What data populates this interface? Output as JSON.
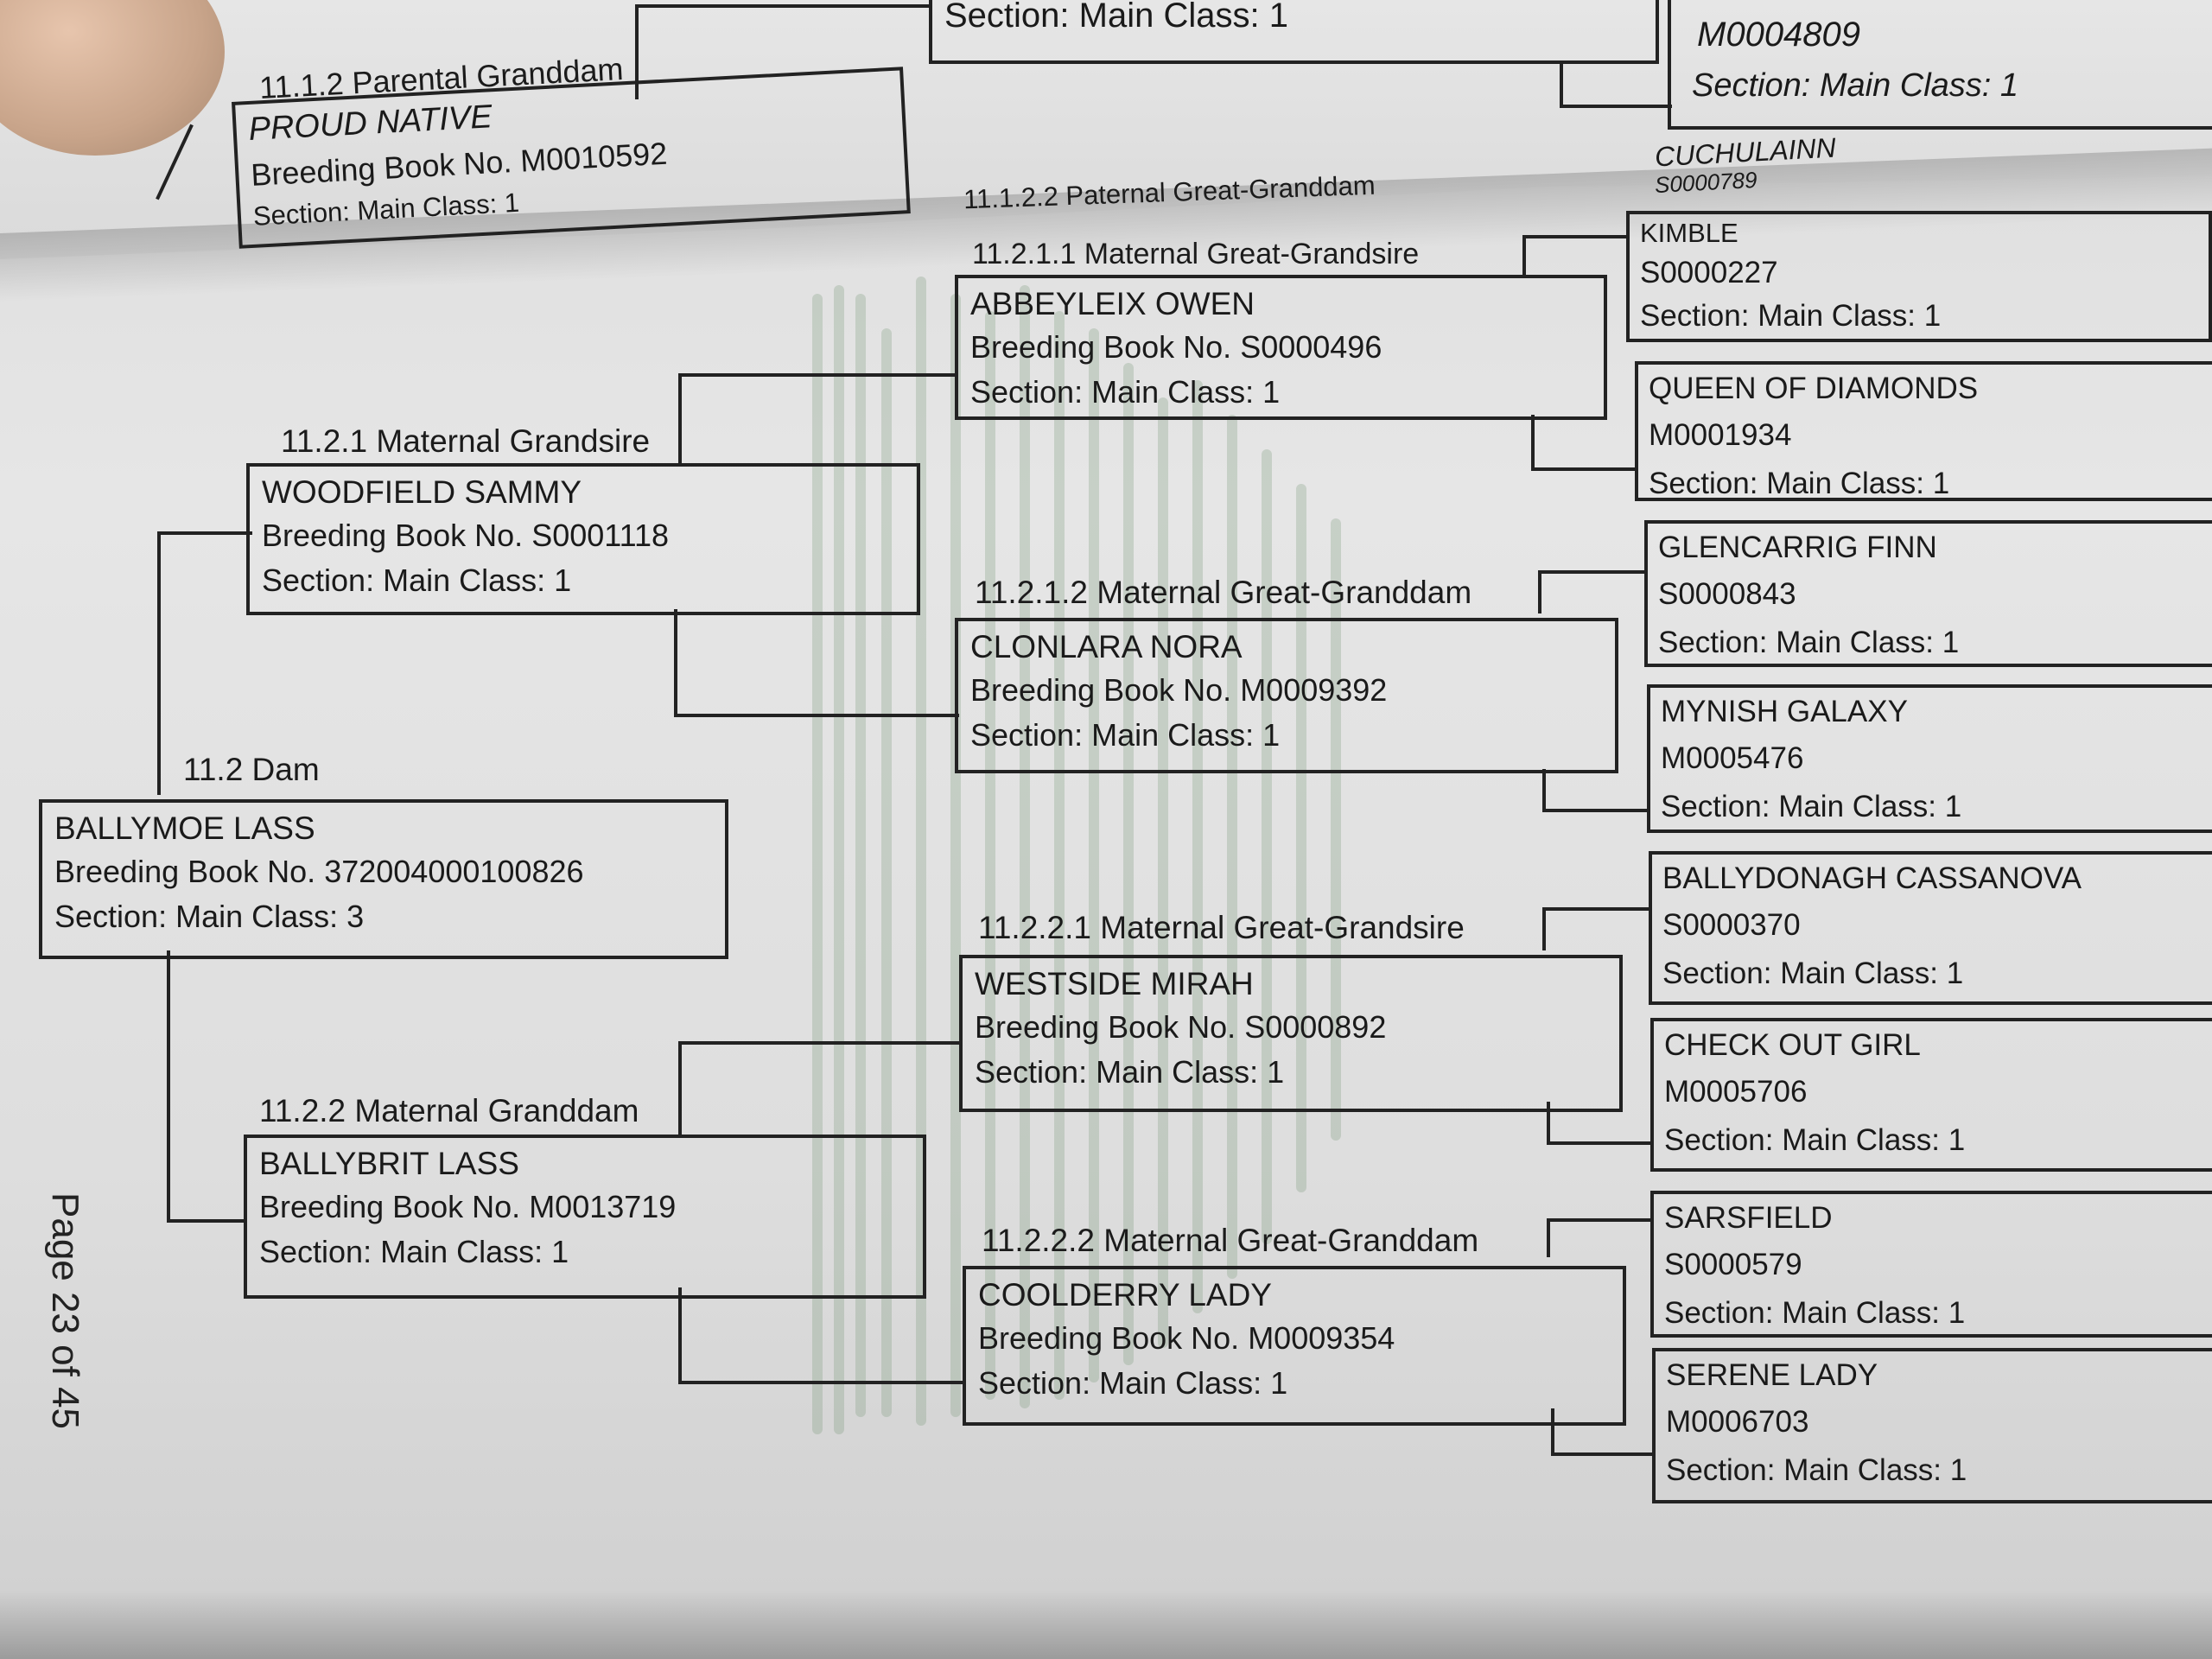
{
  "previous_page": {
    "label_parental_granddam": "11.1.2 Parental Granddam",
    "parental_granddam": {
      "name": "PROUD NATIVE",
      "book": "Breeding Book No. M0010592",
      "section": "Section: Main Class: 1"
    },
    "top_section": "Section: Main Class: 1",
    "top_right_id": "M0004809",
    "top_right_section": "Section: Main Class: 1",
    "label_paternal_great_granddam": "11.1.2.2 Paternal Great-Granddam",
    "cuchulainn_name": "CUCHULAINN",
    "cuchulainn_id": "S0000789"
  },
  "dam": {
    "label": "11.2 Dam",
    "name": "BALLYMOE LASS",
    "book": "Breeding Book No. 372004000100826",
    "section": "Section: Main Class: 3"
  },
  "maternal_grandsire": {
    "label": "11.2.1 Maternal Grandsire",
    "name": "WOODFIELD SAMMY",
    "book": "Breeding Book No. S0001118",
    "section": "Section: Main Class: 1"
  },
  "maternal_granddam": {
    "label": "11.2.2 Maternal Granddam",
    "name": "BALLYBRIT LASS",
    "book": "Breeding Book No. M0013719",
    "section": "Section: Main Class: 1"
  },
  "great_grandparents": [
    {
      "label": "11.2.1.1  Maternal Great-Grandsire",
      "name": "ABBEYLEIX OWEN",
      "book": "Breeding Book No. S0000496",
      "section": "Section: Main Class: 1"
    },
    {
      "label": "11.2.1.2  Maternal Great-Granddam",
      "name": "CLONLARA NORA",
      "book": "Breeding Book No. M0009392",
      "section": "Section: Main Class: 1"
    },
    {
      "label": "11.2.2.1  Maternal Great-Grandsire",
      "name": "WESTSIDE MIRAH",
      "book": "Breeding Book No. S0000892",
      "section": "Section: Main Class: 1"
    },
    {
      "label": "11.2.2.2  Maternal Great-Granddam",
      "name": "COOLDERRY LADY",
      "book": "Breeding Book No. M0009354",
      "section": "Section: Main Class: 1"
    }
  ],
  "great_great_grandparents": [
    {
      "name": "KIMBLE",
      "id": "S0000227",
      "section": "Section: Main Class: 1"
    },
    {
      "name": "QUEEN OF DIAMONDS",
      "id": "M0001934",
      "section": "Section: Main Class: 1"
    },
    {
      "name": "GLENCARRIG FINN",
      "id": "S0000843",
      "section": "Section: Main Class: 1"
    },
    {
      "name": "MYNISH GALAXY",
      "id": "M0005476",
      "section": "Section: Main Class: 1"
    },
    {
      "name": "BALLYDONAGH CASSANOVA",
      "id": "S0000370",
      "section": "Section: Main Class: 1"
    },
    {
      "name": "CHECK OUT GIRL",
      "id": "M0005706",
      "section": "Section: Main Class: 1"
    },
    {
      "name": "SARSFIELD",
      "id": "S0000579",
      "section": "Section: Main Class: 1"
    },
    {
      "name": "SERENE LADY",
      "id": "M0006703",
      "section": "Section: Main Class: 1"
    }
  ],
  "page_number": "Page 23 of 45"
}
